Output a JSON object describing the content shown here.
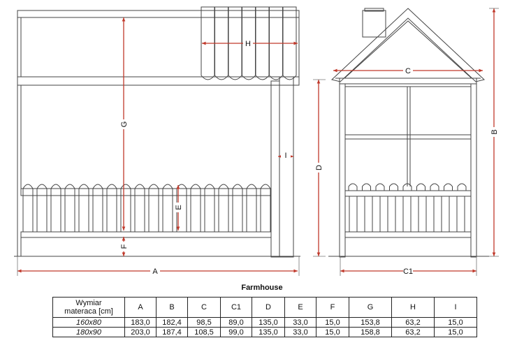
{
  "dimension_labels": {
    "A": "A",
    "B": "B",
    "C": "C",
    "C1": "C1",
    "D": "D",
    "E": "E",
    "F": "F",
    "G": "G",
    "H": "H",
    "I": "I"
  },
  "colors": {
    "dimension": "#c0392b",
    "outline": "#444444"
  },
  "table": {
    "title": "Farmhouse",
    "header_label": "Wymiar\nmateraca [cm]",
    "columns": [
      "A",
      "B",
      "C",
      "C1",
      "D",
      "E",
      "F",
      "G",
      "H",
      "I"
    ],
    "rows": [
      {
        "label": "160x80",
        "values": [
          "183,0",
          "182,4",
          "98,5",
          "89,0",
          "135,0",
          "33,0",
          "15,0",
          "153,8",
          "63,2",
          "15,0"
        ]
      },
      {
        "label": "180x90",
        "values": [
          "203,0",
          "187,4",
          "108,5",
          "99,0",
          "135,0",
          "33,0",
          "15,0",
          "158,8",
          "63,2",
          "15,0"
        ]
      }
    ]
  }
}
